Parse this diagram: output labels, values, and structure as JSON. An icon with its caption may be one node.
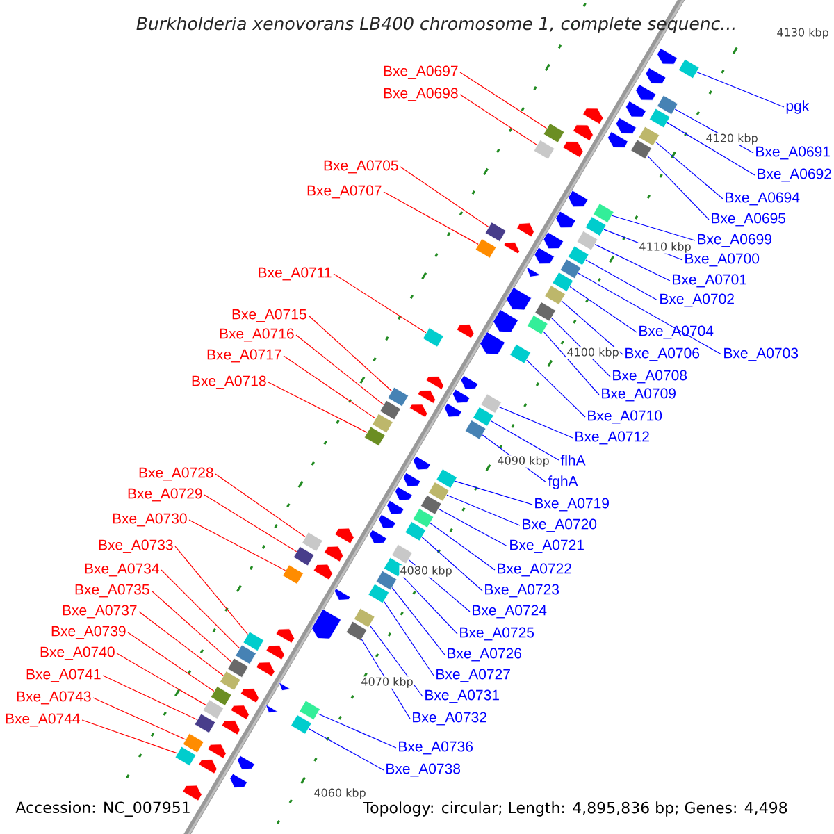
{
  "diagram": {
    "title": "Burkholderia xenovorans LB400 chromosome 1, complete sequenc...",
    "nodes": [
      {
        "text": [
          "Bxe_A0697"
        ]
      },
      {
        "text": [
          "Bxe_A0698"
        ]
      },
      {
        "text": [
          "Bxe_A0705"
        ]
      },
      {
        "text": [
          "Bxe_A0707"
        ]
      },
      {
        "text": [
          "Bxe_A0711"
        ]
      },
      {
        "text": [
          "Bxe_A0715"
        ]
      },
      {
        "text": [
          "Bxe_A0716"
        ]
      },
      {
        "text": [
          "Bxe_A0717"
        ]
      },
      {
        "text": [
          "Bxe_A0718"
        ]
      },
      {
        "text": [
          "Bxe_A0728"
        ]
      },
      {
        "text": [
          "Bxe_A0729"
        ]
      },
      {
        "text": [
          "Bxe_A0730"
        ]
      },
      {
        "text": [
          "Bxe_A0733"
        ]
      },
      {
        "text": [
          "Bxe_A0734"
        ]
      },
      {
        "text": [
          "Bxe_A0735"
        ]
      },
      {
        "text": [
          "Bxe_A0737"
        ]
      },
      {
        "text": [
          "Bxe_A0739"
        ]
      },
      {
        "text": [
          "Bxe_A0740"
        ]
      },
      {
        "text": [
          "Bxe_A0741"
        ]
      },
      {
        "text": [
          "Bxe_A0743"
        ]
      },
      {
        "text": [
          "Bxe_A0744"
        ]
      },
      {
        "text": [
          "pgk"
        ]
      },
      {
        "text": [
          "Bxe_A0691"
        ]
      },
      {
        "text": [
          "Bxe_A0692"
        ]
      },
      {
        "text": [
          "Bxe_A0694"
        ]
      },
      {
        "text": [
          "Bxe_A0695"
        ]
      },
      {
        "text": [
          "Bxe_A0699"
        ]
      },
      {
        "text": [
          "Bxe_A0700"
        ]
      },
      {
        "text": [
          "Bxe_A0701"
        ]
      },
      {
        "text": [
          "Bxe_A0702"
        ]
      },
      {
        "text": [
          "Bxe_A0704"
        ]
      },
      {
        "text": [
          "Bxe_A0703"
        ]
      },
      {
        "text": [
          "Bxe_A0706"
        ]
      },
      {
        "text": [
          "Bxe_A0708"
        ]
      },
      {
        "text": [
          "Bxe_A0709"
        ]
      },
      {
        "text": [
          "Bxe_A0710"
        ]
      },
      {
        "text": [
          "Bxe_A0712"
        ]
      },
      {
        "text": [
          "flhA"
        ]
      },
      {
        "text": [
          "fghA"
        ]
      },
      {
        "text": [
          "Bxe_A0719"
        ]
      },
      {
        "text": [
          "Bxe_A0720"
        ]
      },
      {
        "text": [
          "Bxe_A0721"
        ]
      },
      {
        "text": [
          "Bxe_A0722"
        ]
      },
      {
        "text": [
          "Bxe_A0723"
        ]
      },
      {
        "text": [
          "Bxe_A0724"
        ]
      },
      {
        "text": [
          "Bxe_A0725"
        ]
      },
      {
        "text": [
          "Bxe_A0726"
        ]
      },
      {
        "text": [
          "Bxe_A0727"
        ]
      },
      {
        "text": [
          "Bxe_A0731"
        ]
      },
      {
        "text": [
          "Bxe_A0732"
        ]
      },
      {
        "text": [
          "Bxe_A0736"
        ]
      },
      {
        "text": [
          "Bxe_A0738"
        ]
      },
      {
        "text": [],
        "shape": "box"
      },
      {
        "text": [],
        "shape": "box"
      },
      {
        "text": [],
        "shape": "box"
      },
      {
        "text": [],
        "shape": "box"
      },
      {
        "text": [],
        "shape": "box"
      },
      {
        "text": [],
        "shape": "box"
      },
      {
        "text": [],
        "shape": "box"
      },
      {
        "text": [],
        "shape": "box"
      },
      {
        "text": [],
        "shape": "box"
      },
      {
        "text": [],
        "shape": "box"
      },
      {
        "text": [],
        "shape": "box"
      },
      {
        "text": [],
        "shape": "box"
      },
      {
        "text": [],
        "shape": "box"
      },
      {
        "text": [],
        "shape": "box"
      },
      {
        "text": [],
        "shape": "box"
      },
      {
        "text": [],
        "shape": "box"
      },
      {
        "text": [],
        "shape": "box"
      },
      {
        "text": [],
        "shape": "box"
      },
      {
        "text": [],
        "shape": "box"
      },
      {
        "text": [],
        "shape": "box"
      },
      {
        "text": [],
        "shape": "box"
      },
      {
        "text": [],
        "shape": "box"
      },
      {
        "text": [],
        "shape": "box"
      },
      {
        "text": [],
        "shape": "box"
      },
      {
        "text": [],
        "shape": "box"
      },
      {
        "text": [],
        "shape": "box"
      },
      {
        "text": [],
        "shape": "box"
      },
      {
        "text": [],
        "shape": "box"
      },
      {
        "text": [],
        "shape": "box"
      },
      {
        "text": [],
        "shape": "box"
      },
      {
        "text": [],
        "shape": "box"
      },
      {
        "text": [],
        "shape": "box"
      },
      {
        "text": [],
        "shape": "box"
      },
      {
        "text": [],
        "shape": "box"
      },
      {
        "text": [],
        "shape": "box"
      },
      {
        "text": [],
        "shape": "box"
      },
      {
        "text": [],
        "shape": "box"
      },
      {
        "text": [],
        "shape": "box"
      },
      {
        "text": [],
        "shape": "box"
      },
      {
        "text": [],
        "shape": "box"
      },
      {
        "text": [],
        "shape": "box"
      },
      {
        "text": [],
        "shape": "box"
      },
      {
        "text": [],
        "shape": "box"
      },
      {
        "text": [],
        "shape": "box"
      },
      {
        "text": [],
        "shape": "box"
      },
      {
        "text": [],
        "shape": "box"
      },
      {
        "text": [],
        "shape": "box"
      },
      {
        "text": [],
        "shape": "box"
      },
      {
        "text": [],
        "shape": "box"
      },
      {
        "text": [],
        "shape": "box"
      },
      {
        "text": [],
        "shape": "box"
      },
      {
        "text": [],
        "shape": "box"
      }
    ],
    "edges": [
      {
        "from": 0,
        "to": 52,
        "arrow": "none",
        "color": "#ff0000"
      },
      {
        "from": 1,
        "to": 53,
        "arrow": "none",
        "color": "#ff0000"
      },
      {
        "from": 2,
        "to": 54,
        "arrow": "none",
        "color": "#ff0000"
      },
      {
        "from": 3,
        "to": 55,
        "arrow": "none",
        "color": "#ff0000"
      },
      {
        "from": 4,
        "to": 56,
        "arrow": "none",
        "color": "#ff0000"
      },
      {
        "from": 5,
        "to": 57,
        "arrow": "none",
        "color": "#ff0000"
      },
      {
        "from": 6,
        "to": 58,
        "arrow": "none",
        "color": "#ff0000"
      },
      {
        "from": 7,
        "to": 59,
        "arrow": "none",
        "color": "#ff0000"
      },
      {
        "from": 8,
        "to": 60,
        "arrow": "none",
        "color": "#ff0000"
      },
      {
        "from": 9,
        "to": 61,
        "arrow": "none",
        "color": "#ff0000"
      },
      {
        "from": 10,
        "to": 62,
        "arrow": "none",
        "color": "#ff0000"
      },
      {
        "from": 11,
        "to": 63,
        "arrow": "none",
        "color": "#ff0000"
      },
      {
        "from": 12,
        "to": 64,
        "arrow": "none",
        "color": "#ff0000"
      },
      {
        "from": 13,
        "to": 65,
        "arrow": "none",
        "color": "#ff0000"
      },
      {
        "from": 14,
        "to": 66,
        "arrow": "none",
        "color": "#ff0000"
      },
      {
        "from": 15,
        "to": 67,
        "arrow": "none",
        "color": "#ff0000"
      },
      {
        "from": 16,
        "to": 68,
        "arrow": "none",
        "color": "#ff0000"
      },
      {
        "from": 17,
        "to": 69,
        "arrow": "none",
        "color": "#ff0000"
      },
      {
        "from": 18,
        "to": 70,
        "arrow": "none",
        "color": "#ff0000"
      },
      {
        "from": 19,
        "to": 71,
        "arrow": "none",
        "color": "#ff0000"
      },
      {
        "from": 20,
        "to": 72,
        "arrow": "none",
        "color": "#ff0000"
      },
      {
        "from": 21,
        "to": 73,
        "arrow": "none"
      },
      {
        "from": 22,
        "to": 74,
        "arrow": "none"
      },
      {
        "from": 23,
        "to": 75,
        "arrow": "none"
      },
      {
        "from": 24,
        "to": 76,
        "arrow": "none"
      },
      {
        "from": 25,
        "to": 77,
        "arrow": "none"
      },
      {
        "from": 26,
        "to": 78,
        "arrow": "none"
      },
      {
        "from": 27,
        "to": 79,
        "arrow": "none"
      },
      {
        "from": 28,
        "to": 80,
        "arrow": "none"
      },
      {
        "from": 29,
        "to": 81,
        "arrow": "none"
      },
      {
        "from": 30,
        "to": 82,
        "arrow": "none"
      },
      {
        "from": 31,
        "to": 83,
        "arrow": "none"
      },
      {
        "from": 32,
        "to": 84,
        "arrow": "none"
      },
      {
        "from": 33,
        "to": 85,
        "arrow": "none"
      },
      {
        "from": 34,
        "to": 86,
        "arrow": "none"
      },
      {
        "from": 35,
        "to": 87,
        "arrow": "none"
      },
      {
        "from": 36,
        "to": 88,
        "arrow": "none"
      },
      {
        "from": 37,
        "to": 89,
        "arrow": "none"
      },
      {
        "from": 38,
        "to": 90,
        "arrow": "none"
      },
      {
        "from": 39,
        "to": 91,
        "arrow": "none"
      },
      {
        "from": 40,
        "to": 92,
        "arrow": "none"
      },
      {
        "from": 41,
        "to": 93,
        "arrow": "none"
      },
      {
        "from": 42,
        "to": 94,
        "arrow": "none"
      },
      {
        "from": 43,
        "to": 95,
        "arrow": "none"
      },
      {
        "from": 44,
        "to": 96,
        "arrow": "none"
      },
      {
        "from": 45,
        "to": 97,
        "arrow": "none"
      },
      {
        "from": 46,
        "to": 98,
        "arrow": "none"
      },
      {
        "from": 47,
        "to": 99,
        "arrow": "none"
      },
      {
        "from": 48,
        "to": 100,
        "arrow": "none"
      },
      {
        "from": 49,
        "to": 101,
        "arrow": "none"
      },
      {
        "from": 50,
        "to": 102,
        "arrow": "none"
      },
      {
        "from": 51,
        "to": 103,
        "arrow": "none"
      }
    ],
    "labels": [
      "4130 kbp",
      "4120 kbp",
      "4110 kbp",
      "4100 kbp",
      "4090 kbp",
      "4080 kbp",
      "4070 kbp",
      "4060 kbp",
      "Accession: NC_007951",
      "Topology: circular; Length: 4,895,836 bp; Genes: 4,498"
    ]
  }
}
